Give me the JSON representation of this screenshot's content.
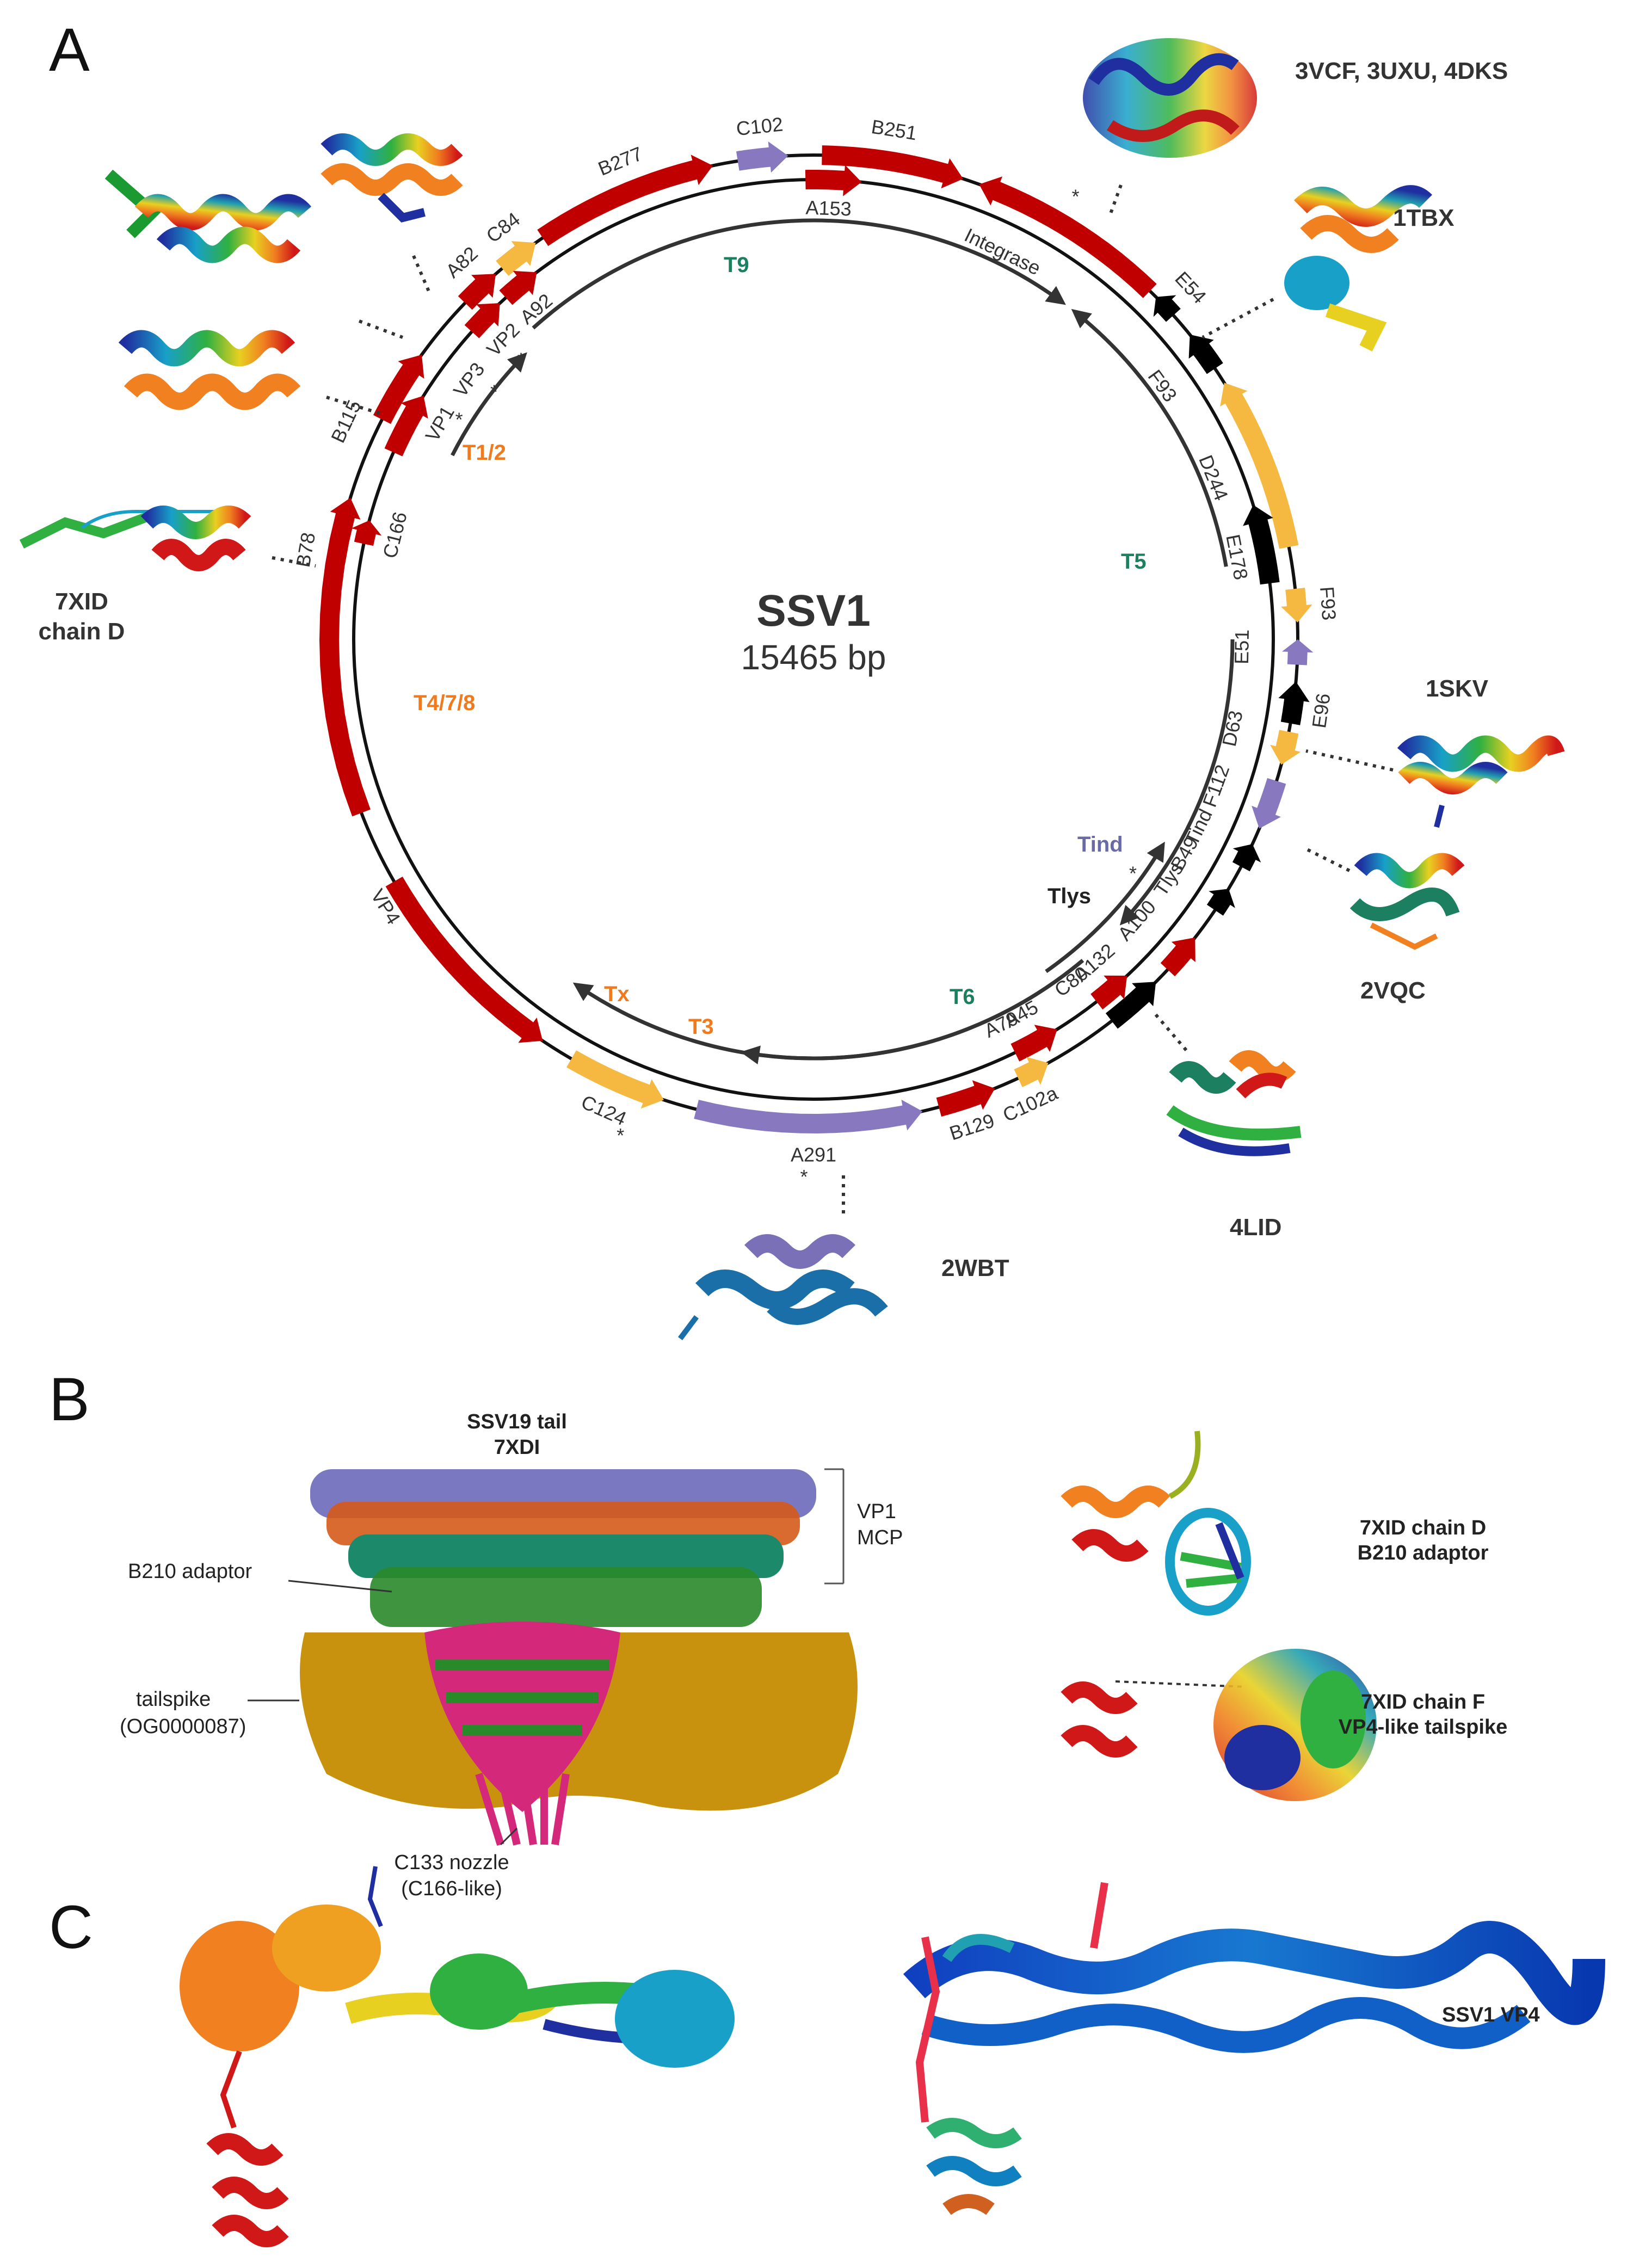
{
  "panels": {
    "a": "A",
    "b": "B",
    "c": "C"
  },
  "colors": {
    "structural": "#c00000",
    "hypothetical": "#f5b942",
    "regulatory": "#8878c0",
    "dark": "#000000",
    "transcript_green": "#1c7f5f",
    "transcript_orange": "#f07a1e",
    "transcript_purple": "#6a6aa6"
  },
  "genome": {
    "name": "SSV1",
    "size": "15465 bp"
  },
  "gene_labels": {
    "c102": "C102",
    "b251": "B251",
    "a153": "A153",
    "integrase": "Integrase",
    "b277": "B277",
    "c84": "C84",
    "a82": "A82",
    "a92": "A92",
    "vp2": "VP2",
    "vp3": "VP3",
    "e54": "E54",
    "f93a": "F93",
    "d244": "D244",
    "e178": "E178",
    "vp1": "VP1",
    "b115": "B115",
    "c166": "C166",
    "b78": "B78",
    "f93b": "F93",
    "e51": "E51",
    "e96": "E96",
    "d63": "D63",
    "f112": "F112",
    "tind_gene": "Tind",
    "b49": "B49",
    "tlys_gene": "Tlys",
    "a100": "A100",
    "a132": "A132",
    "c80": "C80",
    "a45": "A45",
    "a79": "A79",
    "c102a": "C102a",
    "b129": "B129",
    "a291": "A291",
    "c124": "C124",
    "vp4": "VP4"
  },
  "asterisk": "*",
  "transcripts": {
    "t9": "T9",
    "t12": "T1/2",
    "t5": "T5",
    "t478": "T4/7/8",
    "tind": "Tind",
    "tlys": "Tlys",
    "t6": "T6",
    "tx": "Tx",
    "t3": "T3"
  },
  "pdb_labels": {
    "vcf": "3VCF, 3UXU, 4DKS",
    "tbx": "1TBX",
    "skv": "1SKV",
    "vqc": "2VQC",
    "lid": "4LID",
    "wbt": "2WBT",
    "xid_d": "7XID",
    "xid_d2": "chain D"
  },
  "panel_b": {
    "title1": "SSV19 tail",
    "title2": "7XDI",
    "vp1_1": "VP1",
    "vp1_2": "MCP",
    "b210": "B210 adaptor",
    "tailspike1": "tailspike",
    "tailspike2": "(OG0000087)",
    "nozzle1": "C133 nozzle",
    "nozzle2": "(C166-like)",
    "chain_d1": "7XID chain D",
    "chain_d2": "B210 adaptor",
    "chain_f1": "7XID chain F",
    "chain_f2": "VP4-like tailspike"
  },
  "panel_c": {
    "label": "SSV1 VP4"
  }
}
